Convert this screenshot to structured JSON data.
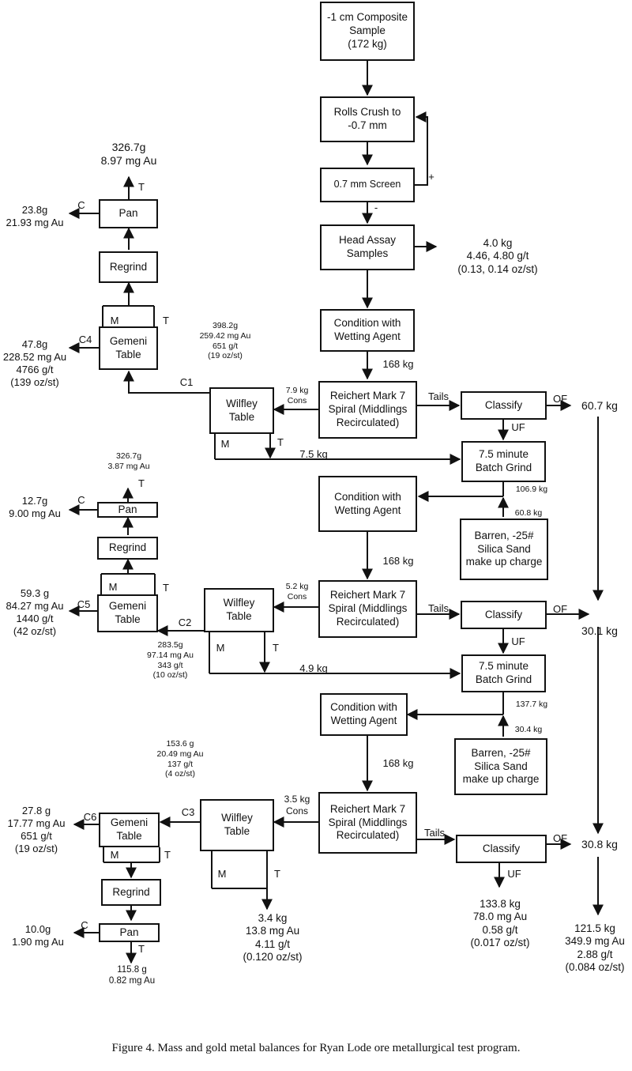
{
  "caption": "Figure 4.  Mass and gold metal balances for Ryan Lode ore metallurgical test program.",
  "boxes": {
    "composite": "-1 cm Composite\nSample\n(172 kg)",
    "rolls": "Rolls Crush to\n-0.7 mm",
    "screen": "0.7 mm Screen",
    "head_assay": "Head Assay\nSamples",
    "condition": "Condition with\nWetting Agent",
    "spiral": "Reichert Mark 7\nSpiral (Middlings\nRecirculated)",
    "wilfley": "Wilfley\nTable",
    "classify": "Classify",
    "batch_grind": "7.5 minute\nBatch Grind",
    "barren": "Barren, -25#\nSilica Sand\nmake up charge",
    "gemeni": "Gemeni\nTable",
    "regrind": "Regrind",
    "pan": "Pan"
  },
  "labels": {
    "screen_plus": "+",
    "screen_minus": "-",
    "head_assay_out": "4.0 kg\n4.46,  4.80  g/t\n(0.13,  0.14 oz/st)",
    "feed_168": "168 kg",
    "tails": "Tails",
    "of": "OF",
    "uf": "UF",
    "m": "M",
    "t": "T",
    "c": "C",
    "stage1": {
      "cons": "7.9 kg\nCons",
      "c1": "C1",
      "c1_values": "398.2g\n259.42 mg Au\n651  g/t\n(19  oz/st)",
      "c4": "C4",
      "c4_values": "47.8g\n228.52 mg Au\n4766  g/t\n(139  oz/st)",
      "pan_t": "326.7g\n8.97 mg Au",
      "pan_c": "23.8g\n21.93 mg Au",
      "mid": "7.5  kg",
      "of_mass": "60.7 kg",
      "grind_out": "106.9 kg",
      "barren_mass": "60.8 kg"
    },
    "stage2": {
      "cons": "5.2 kg\nCons",
      "c2": "C2",
      "c2_values": "283.5g\n97.14 mg Au\n343  g/t\n(10  oz/st)",
      "c5": "C5",
      "c5_values": "59.3 g\n84.27 mg Au\n1440  g/t\n(42  oz/st)",
      "pan_t": "326.7g\n3.87 mg Au",
      "pan_c": "12.7g\n9.00 mg Au",
      "mid": "4.9  kg",
      "of_mass": "30.1 kg",
      "grind_out": "137.7 kg",
      "barren_mass": "30.4 kg"
    },
    "stage3": {
      "cons": "3.5 kg\nCons",
      "c3": "C3",
      "c3_values": "153.6 g\n20.49 mg Au\n137  g/t\n(4  oz/st)",
      "c6": "C6",
      "c6_values": "27.8 g\n17.77 mg Au\n651  g/t\n(19  oz/st)",
      "pan_c": "10.0g\n1.90 mg Au",
      "pan_t": "115.8 g\n0.82 mg Au",
      "wilfley_tails": "3.4 kg\n13.8 mg Au\n4.11  g/t\n(0.120  oz/st)",
      "of_mass": "30.8 kg",
      "uf_out": "133.8 kg\n78.0 mg Au\n0.58  g/t\n(0.017  oz/st)",
      "total_out": "121.5 kg\n349.9 mg Au\n2.88  g/t\n(0.084  oz/st)"
    }
  }
}
